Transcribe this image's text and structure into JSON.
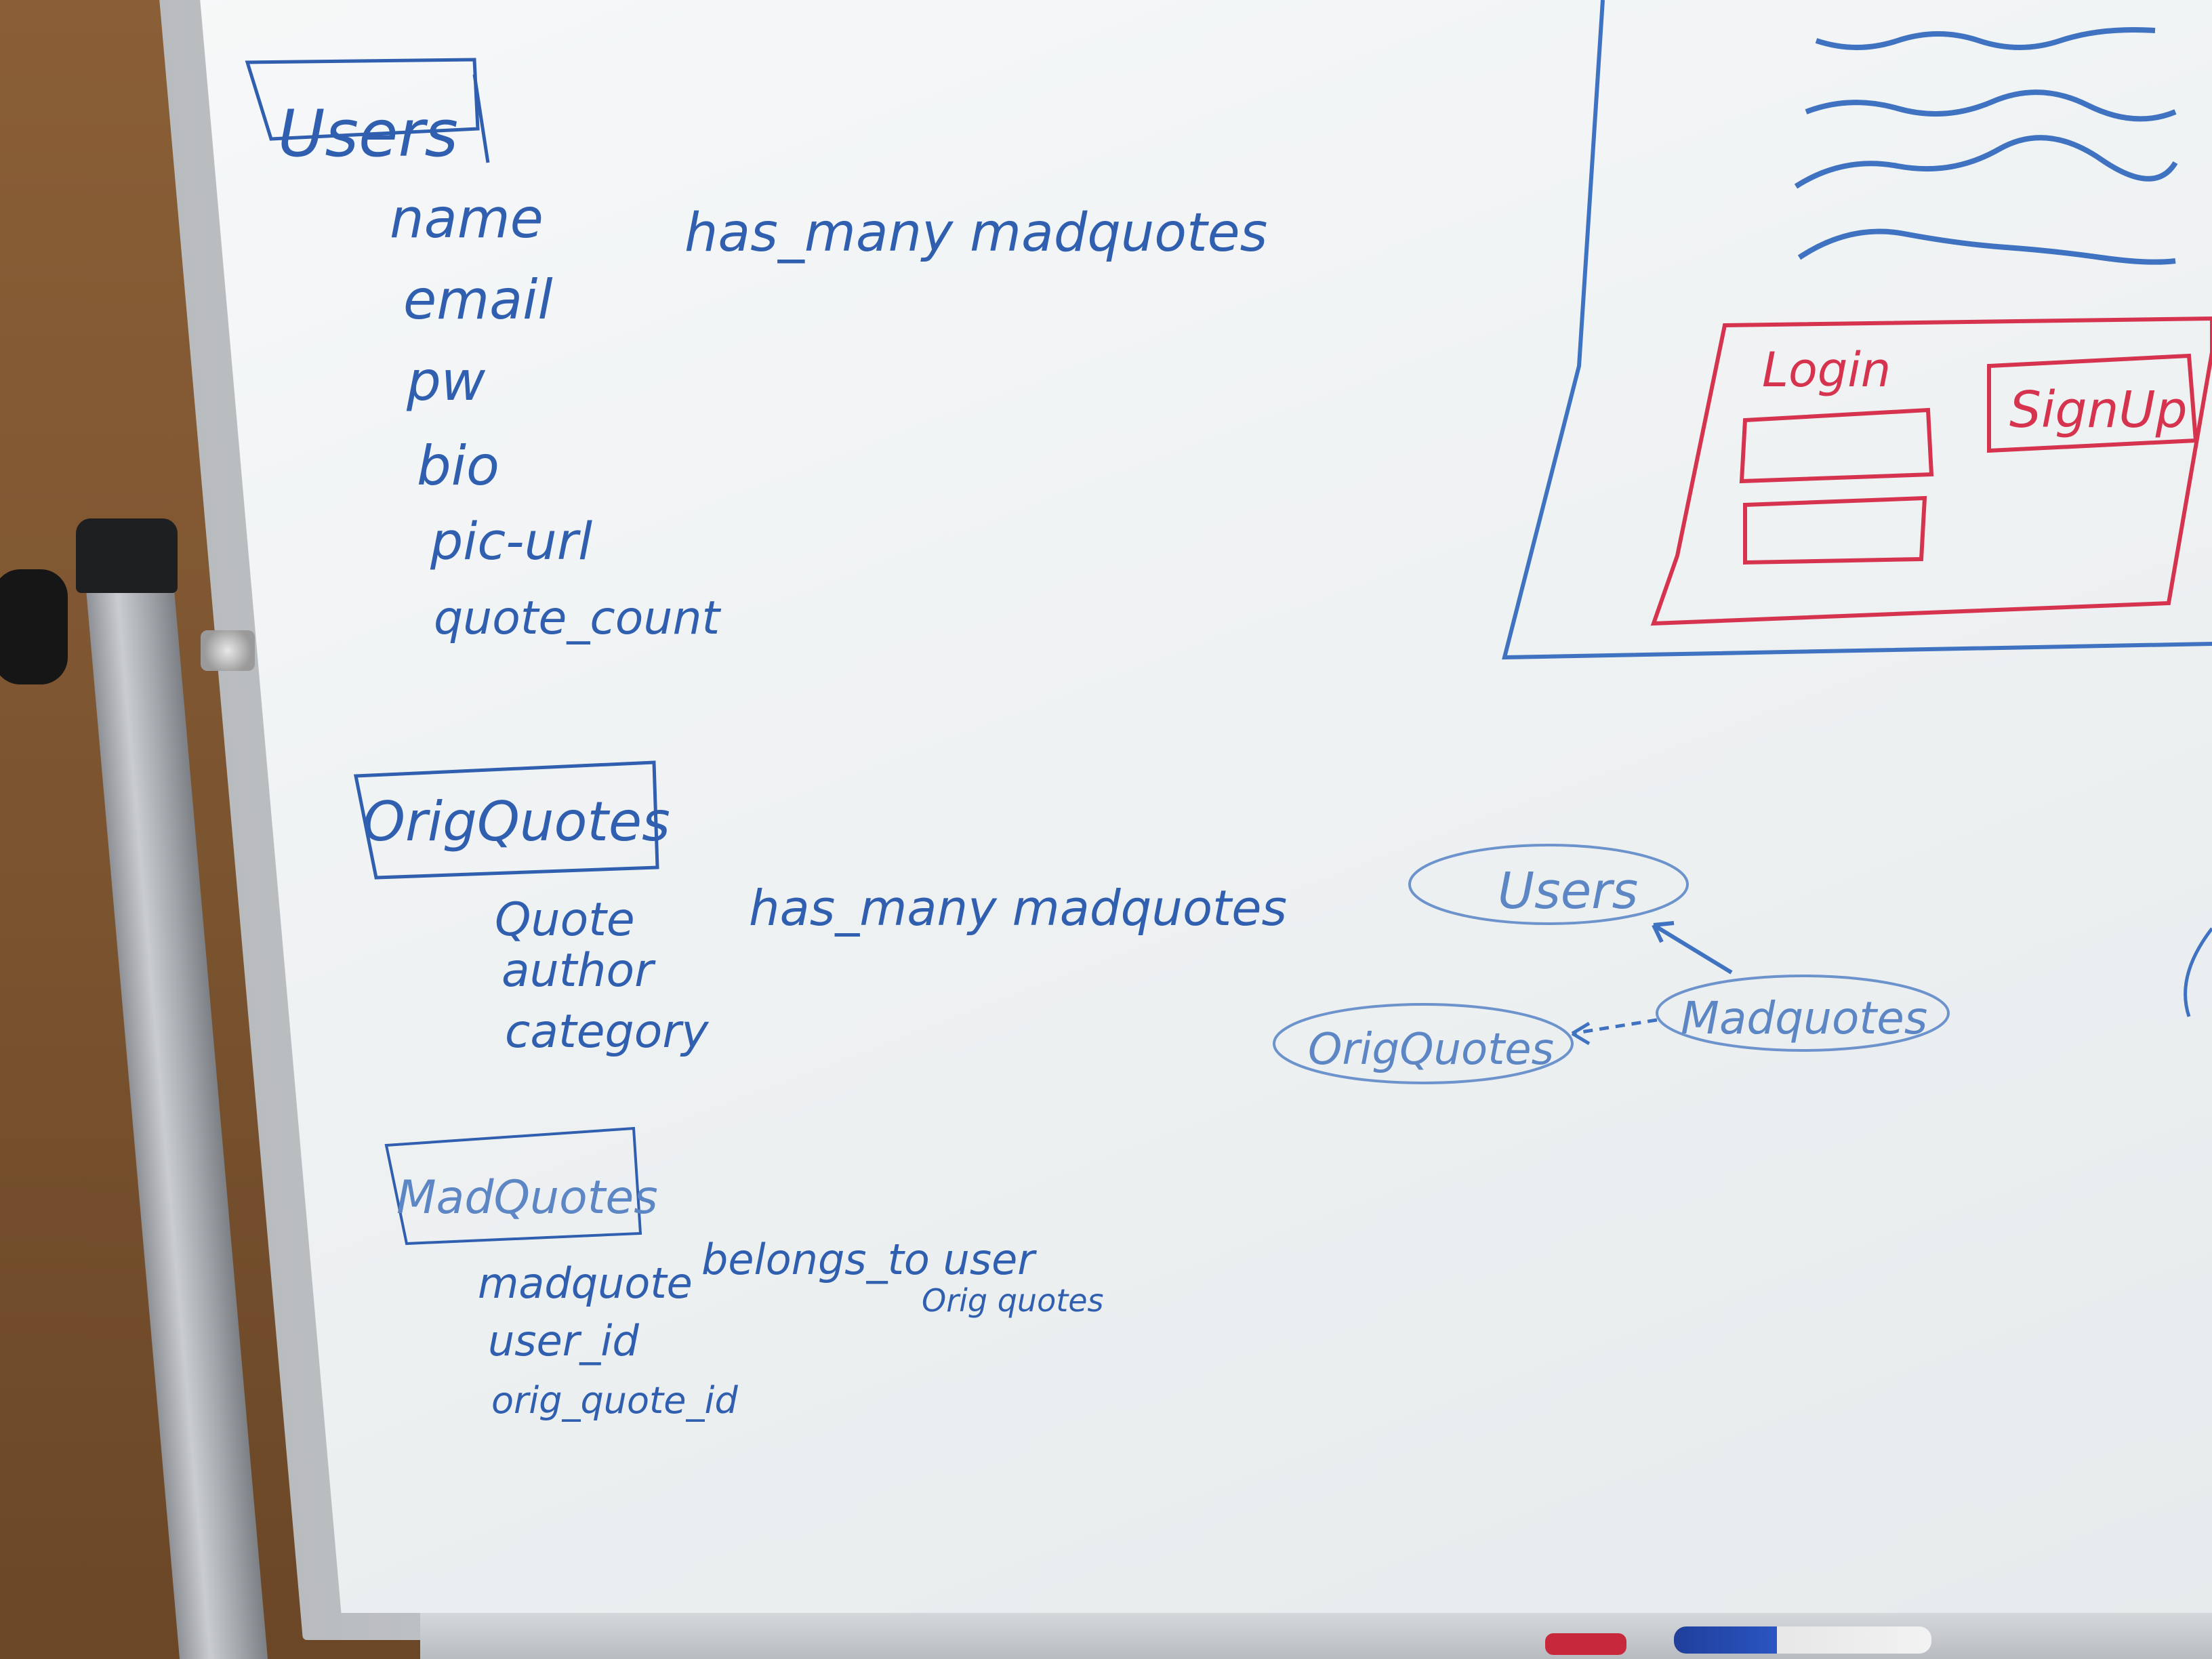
{
  "whiteboard": {
    "users_table": {
      "title": "Users",
      "fields": [
        "name",
        "email",
        "pw",
        "bio",
        "pic-url",
        "quote_count"
      ],
      "relation": "has_many madquotes"
    },
    "origquotes_table": {
      "title": "OrigQuotes",
      "fields": [
        "Quote",
        "author",
        "category"
      ],
      "relation": "has_many madquotes"
    },
    "madquotes_table": {
      "title": "MadQuotes",
      "fields": [
        "madquote",
        "user_id",
        "orig_quote_id"
      ],
      "relation": "belongs_to user",
      "relation_extra": "Orig quotes"
    },
    "wireframe": {
      "login_label": "Login",
      "signup_label": "SignUp"
    },
    "diagram": {
      "users_node": "Users",
      "madquotes_node": "Madquotes",
      "origquotes_node": "OrigQuotes"
    },
    "ink_colors": {
      "blue": "#2f5fae",
      "red": "#d6334f"
    }
  }
}
